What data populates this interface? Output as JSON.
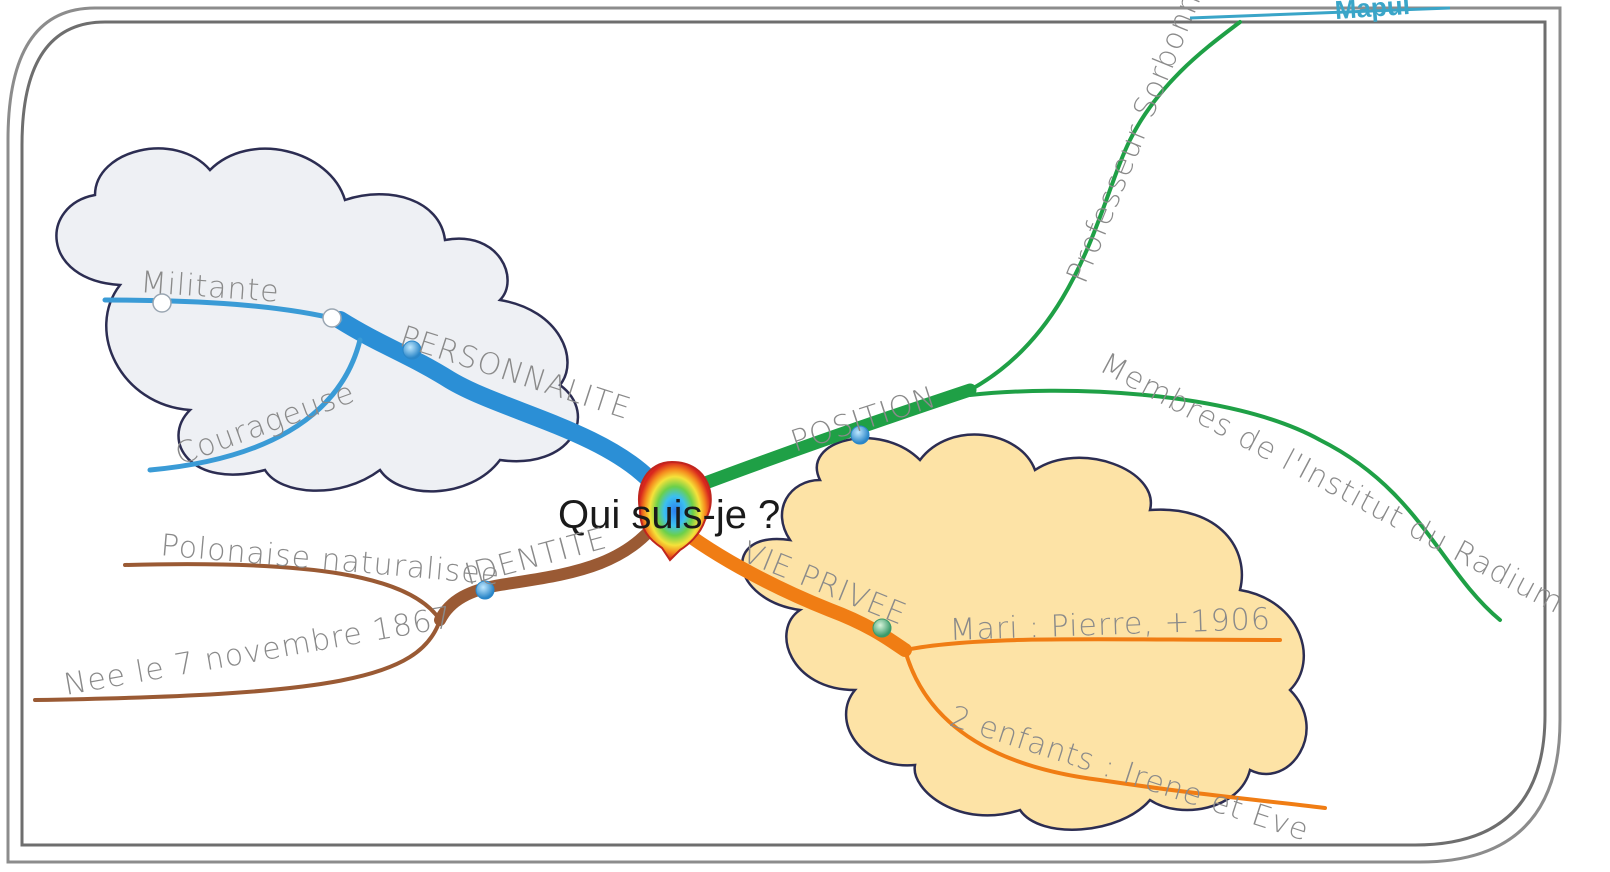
{
  "brand": {
    "text": "Mapul"
  },
  "center": {
    "label": "Qui suis-je ?"
  },
  "branches": {
    "personnalite": {
      "label": "PERSONNALITE",
      "children": [
        "Militante",
        "Courageuse"
      ],
      "color": "#2b8fd6",
      "cloud_color": "#eef0f4"
    },
    "position": {
      "label": "POSITION",
      "children": [
        "Professeur Sorbonne",
        "Membres de l'Institut du Radium"
      ],
      "color": "#1fa046"
    },
    "identite": {
      "label": "IDENTITE",
      "children": [
        "Polonaise naturalisee",
        "Nee le 7 novembre 1867"
      ],
      "color": "#9a5a34"
    },
    "vie_privee": {
      "label": "VIE PRIVEE",
      "children": [
        "Mari : Pierre, +1906",
        "2 enfants : Irene et Eve"
      ],
      "color": "#f07d14",
      "cloud_color": "#fde3a6"
    }
  }
}
